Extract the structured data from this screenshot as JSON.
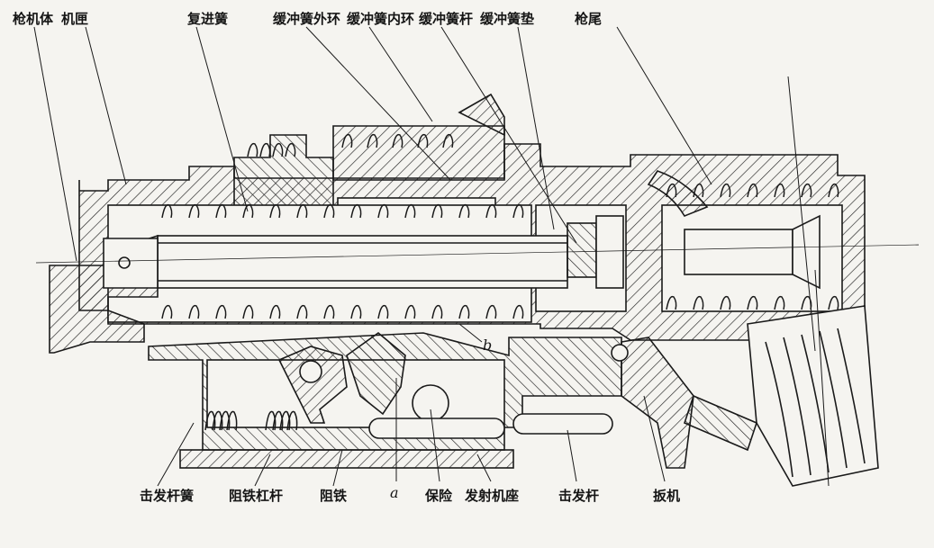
{
  "diagram": {
    "top_labels": [
      "枪机体",
      "机匣",
      "复进簧",
      "缓冲簧外环",
      "缓冲簧内环",
      "缓冲簧杆",
      "缓冲簧垫",
      "枪尾"
    ],
    "bottom_labels": [
      "击发杆簧",
      "阻铁杠杆",
      "阻铁",
      "a",
      "保险",
      "发射机座",
      "击发杆",
      "扳机"
    ],
    "point_b": "b",
    "colors": {
      "ink": "#1a1a1a",
      "paper": "#f5f4f0"
    }
  }
}
